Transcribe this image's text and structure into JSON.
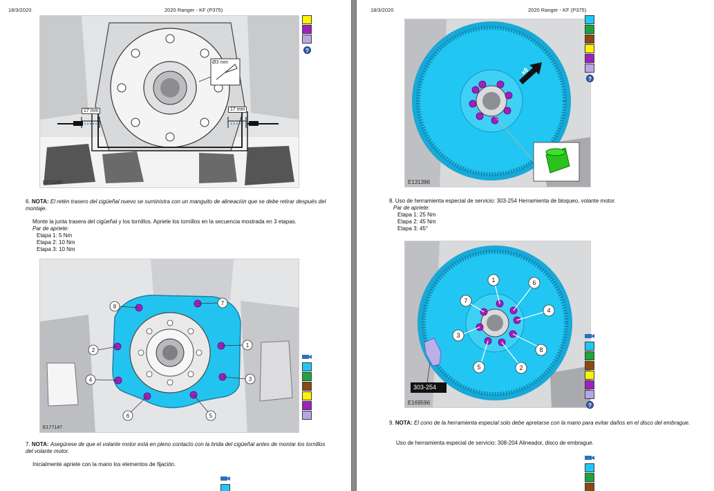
{
  "header": {
    "date": "18/3/2020",
    "title": "2020 Ranger - KF (P375)"
  },
  "colors": {
    "flywheel": "#1ec8f5",
    "bolt": "#a21fbf",
    "tool_green": "#27c21c",
    "tool_purple": "#b9b1e8",
    "bar": [
      "#1ec8f5",
      "#1da43a",
      "#8a4a12",
      "#fff200",
      "#a21fbf",
      "#b7a6e6"
    ]
  },
  "left": {
    "figure1": {
      "code": "E271242",
      "dim_left": "17 mm",
      "dim_right": "17 mm",
      "dia_label": "Ø3 mm"
    },
    "step6": {
      "number": "6.",
      "note_label": "NOTA:",
      "note_text": "El retén trasero del cigüeñal nuevo se suministra con un manguito de alineación que se debe retirar después del montaje.",
      "instruction": "Monte la junta trasera del cigüeñal y los tornillos. Apriete los tornillos en la secuencia mostrada en 3 etapas.",
      "torque_label": "Par de apriete:",
      "stages": [
        "Etapa 1:  5 Nm",
        "Etapa 2:  10 Nm",
        "Etapa 3:  10 Nm"
      ]
    },
    "figure2": {
      "code": "E177147",
      "labels": [
        "1",
        "2",
        "3",
        "4",
        "5",
        "6",
        "7",
        "8"
      ]
    },
    "step7": {
      "number": "7.",
      "note_label": "NOTA:",
      "note_text": "Asegúrese de que el volante motor está en pleno contacto con la brida del cigüeñal antes de montar los tornillos del volante motor.",
      "instruction": "Inicialmente apriete con la mano los elementos de fijación."
    }
  },
  "right": {
    "figure1": {
      "code": "E131396",
      "badge": "x8"
    },
    "step8": {
      "number": "8.",
      "text": "Uso de herramienta especial de servicio: 303-254  Herramienta de bloqueo, volante motor.",
      "torque_label": "Par de apriete:",
      "stages": [
        "Etapa 1:  25 Nm",
        "Etapa 2:  45 Nm",
        "Etapa 3:  45°"
      ]
    },
    "figure2": {
      "code": "E169596",
      "tool_label": "303-254",
      "labels": [
        "1",
        "2",
        "3",
        "4",
        "5",
        "6",
        "7",
        "8"
      ]
    },
    "step9": {
      "number": "9.",
      "note_label": "NOTA:",
      "note_text": "El cono de la herramienta especial solo debe apretarse con la mano para evitar daños en el disco del embrague.",
      "instruction": "Uso de herramienta especial de servicio: 308-204  Alineador, disco de embrague."
    }
  },
  "help_icon": "?"
}
